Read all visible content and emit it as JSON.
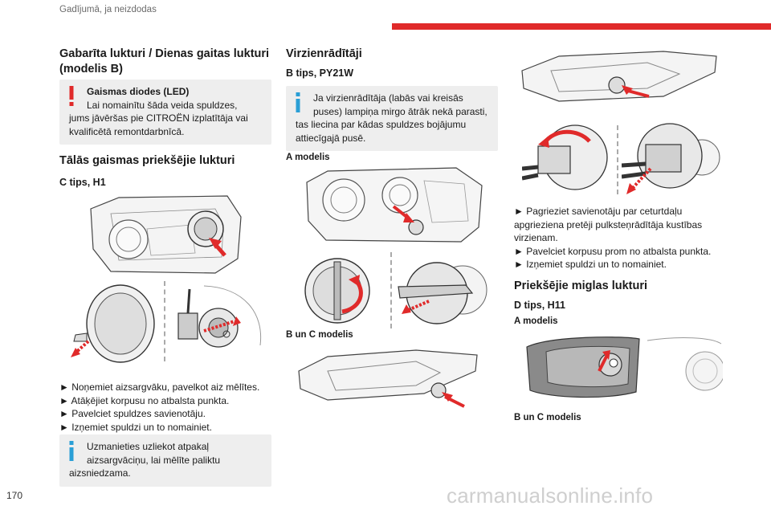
{
  "header": {
    "title": "Gadījumā, ja neizdodas",
    "accent_color": "#e02a2a"
  },
  "page_number": "170",
  "watermark": "carmanualsonline.info",
  "col1": {
    "section1_title": "Gabarīta lukturi / Dienas gaitas lukturi (modelis B)",
    "warning_box": {
      "title": "Gaismas diodes (LED)",
      "text_first": "Lai nomainītu šāda veida spuldzes,",
      "text_rest": "jums jāvēršas pie CITROËN izplatītāja vai kvalificētā remontdarbnīcā."
    },
    "section2_title": "Tālās gaismas priekšējie lukturi",
    "subtitle": "C tips, H1",
    "steps": [
      "► Noņemiet aizsargvāku, pavelkot aiz mēlītes.",
      "► Atāķējiet korpusu no atbalsta punkta.",
      "► Pavelciet spuldzes savienotāju.",
      "► Izņemiet spuldzi un to nomainiet."
    ],
    "info_box": {
      "text_first": "Uzmanieties uzliekot atpakaļ",
      "text_second": "aizsargvāciņu, lai mēlīte paliktu",
      "text_rest": "aizsniedzama."
    }
  },
  "col2": {
    "section_title": "Virzienrādītāji",
    "subtitle": "B tips, PY21W",
    "info_box": {
      "text_first": "Ja virzienrādītāja (labās vai kreisās",
      "text_second": "puses) lampiņa mirgo ātrāk nekā parasti,",
      "text_rest": "tas liecina par kādas spuldzes bojājumu attiecīgajā pusē."
    },
    "model_a": "A modelis",
    "model_bc": "B un C modelis"
  },
  "col3": {
    "steps": [
      "► Pagrieziet savienotāju par ceturtdaļu apgrieziena pretēji pulksteņrādītāja kustības virzienam.",
      "► Pavelciet korpusu prom no atbalsta punkta.",
      "► Izņemiet spuldzi un to nomainiet."
    ],
    "section_title": "Priekšējie miglas lukturi",
    "subtitle": "D tips, H11",
    "model_a": "A modelis",
    "model_bc": "B un C modelis"
  }
}
